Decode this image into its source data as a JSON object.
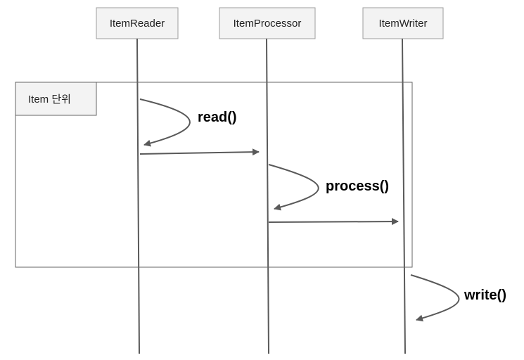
{
  "participants": [
    {
      "id": "reader",
      "label": "ItemReader"
    },
    {
      "id": "processor",
      "label": "ItemProcessor"
    },
    {
      "id": "writer",
      "label": "ItemWriter"
    }
  ],
  "frame": {
    "label": "Item 단위"
  },
  "messages": {
    "read": "read()",
    "process": "process()",
    "write": "write()"
  },
  "colors": {
    "line": "#595959",
    "box_fill": "#f3f3f3",
    "box_stroke": "#9e9e9e"
  }
}
